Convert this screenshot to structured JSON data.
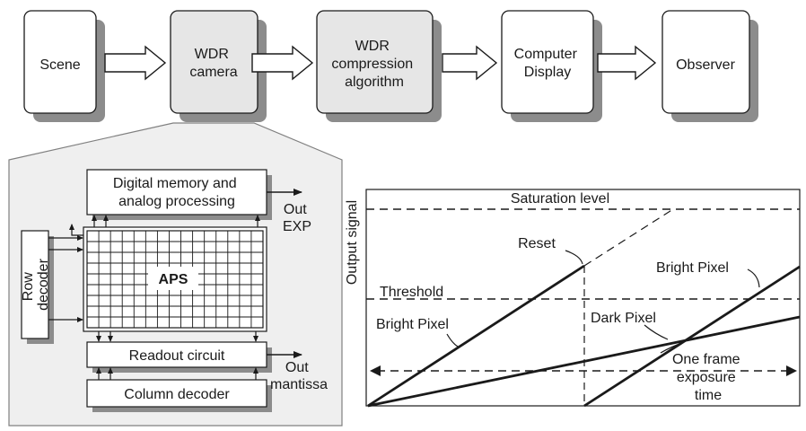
{
  "pipeline": {
    "scene": [
      "Scene"
    ],
    "camera": [
      "WDR",
      "camera"
    ],
    "compression": [
      "WDR",
      "compression",
      "algorithm"
    ],
    "display": [
      "Computer",
      "Display"
    ],
    "observer": [
      "Observer"
    ]
  },
  "sensor": {
    "memory": [
      "Digital memory and",
      "analog processing"
    ],
    "out_exp": [
      "Out",
      "EXP"
    ],
    "row_decoder": [
      "Row",
      "decoder"
    ],
    "aps": "APS",
    "readout": "Readout circuit",
    "out_mantissa": [
      "Out",
      "mantissa"
    ],
    "column_decoder": "Column decoder"
  },
  "graph": {
    "ylabel": "Output signal",
    "saturation": "Saturation level",
    "reset": "Reset",
    "threshold": "Threshold",
    "bright_pixel_1": "Bright Pixel",
    "bright_pixel_2": "Bright Pixel",
    "dark_pixel": "Dark Pixel",
    "frame": [
      "One frame",
      "exposure",
      "time"
    ]
  },
  "colors": {
    "box_fill": "#e6e6e6",
    "shadow": "#8c8c8c",
    "stroke": "#1a1a1a",
    "panel": "#efefef"
  }
}
